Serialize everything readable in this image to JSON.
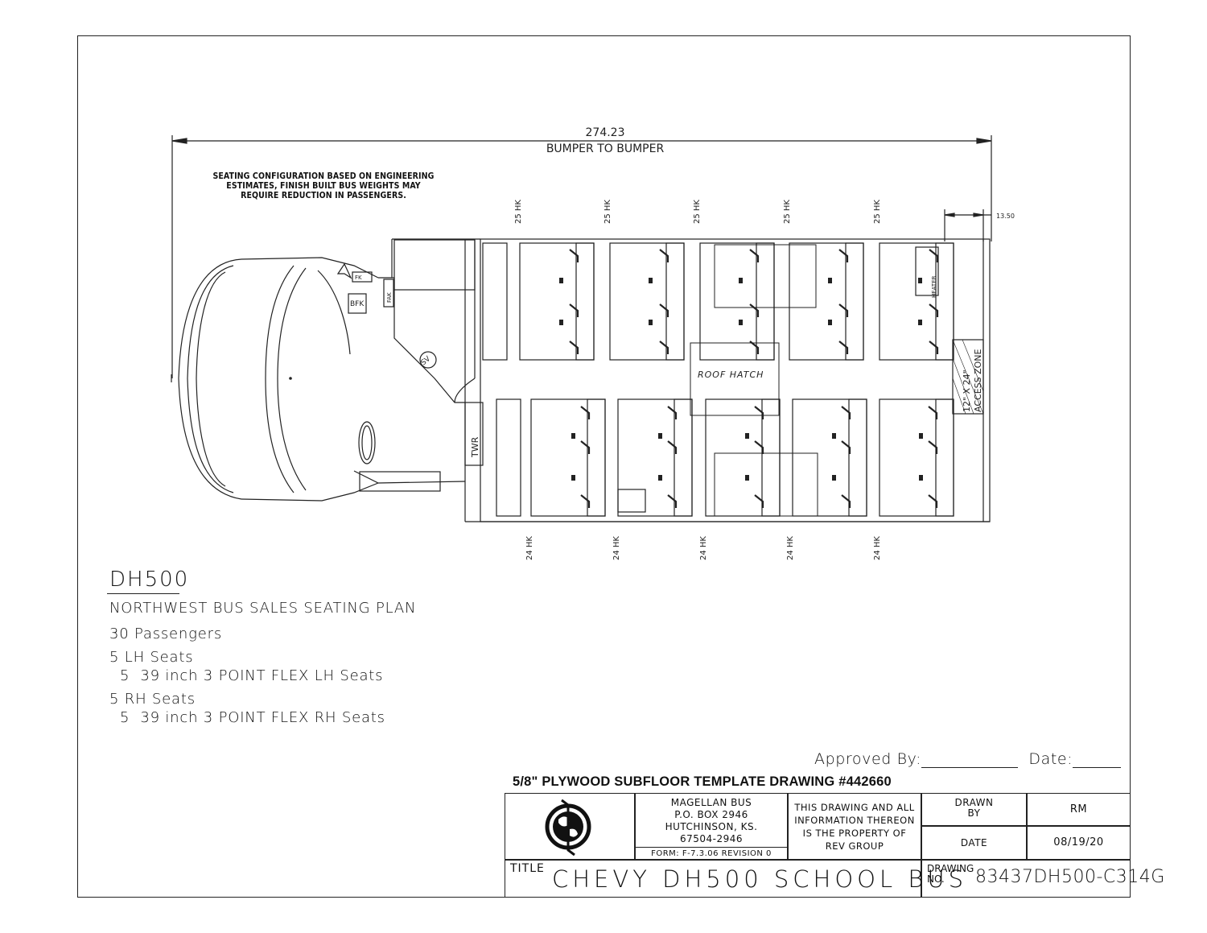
{
  "dimensions": {
    "overall_length": "274.23",
    "overall_label": "BUMPER TO BUMPER",
    "rear_offset": "13.50"
  },
  "note": {
    "line1": "SEATING CONFIGURATION BASED ON ENGINEERING",
    "line2": "ESTIMATES, FINISH BUILT BUS WEIGHTS MAY",
    "line3": "REQUIRE REDUCTION IN PASSENGERS."
  },
  "seat_rows": {
    "top_labels": [
      "25 HK",
      "25 HK",
      "25 HK",
      "25 HK",
      "25 HK"
    ],
    "bottom_labels": [
      "24 HK",
      "24 HK",
      "24 HK",
      "24 HK",
      "24 HK"
    ]
  },
  "equipment_labels": {
    "roof_hatch": "ROOF HATCH",
    "access_zone_size": "12\" X 24\"",
    "access_zone": "ACCESS ZONE",
    "heater": "HEATER",
    "twr": "TWR",
    "sv": "SV",
    "bfk": "BFK",
    "fak": "FAK",
    "fk": "FK"
  },
  "spec": {
    "model": "DH500",
    "plan_title": "NORTHWEST BUS SALES SEATING PLAN",
    "passengers": "30 Passengers",
    "lh_seats": "5 LH Seats",
    "lh_detail": "  5  39 inch 3 POINT FLEX LH Seats",
    "rh_seats": "5 RH Seats",
    "rh_detail": "  5  39 inch 3 POINT FLEX RH Seats"
  },
  "approval": {
    "approved_by": "Approved By:",
    "date": "Date:"
  },
  "subfloor_title": "5/8\" PLYWOOD SUBFLOOR TEMPLATE DRAWING #442660",
  "title_block": {
    "company_line1": "MAGELLAN BUS",
    "company_line2": "P.O. BOX 2946",
    "company_line3": "HUTCHINSON, KS.",
    "company_line4": "67504-2946",
    "form": "FORM: F-7.3.06 REVISION 0",
    "property_line1": "THIS DRAWING AND ALL",
    "property_line2": "INFORMATION THEREON",
    "property_line3": "IS THE PROPERTY OF",
    "property_line4": "REV GROUP",
    "drawn_by_label1": "DRAWN",
    "drawn_by_label2": "BY",
    "drawn_by": "RM",
    "date_label": "DATE",
    "date": "08/19/20",
    "title_label": "TITLE",
    "title": "CHEVY DH500 SCHOOL BUS",
    "drawing_no_label1": "DRAWING",
    "drawing_no_label2": "NO.",
    "drawing_no": "83437DH500-C314G"
  }
}
